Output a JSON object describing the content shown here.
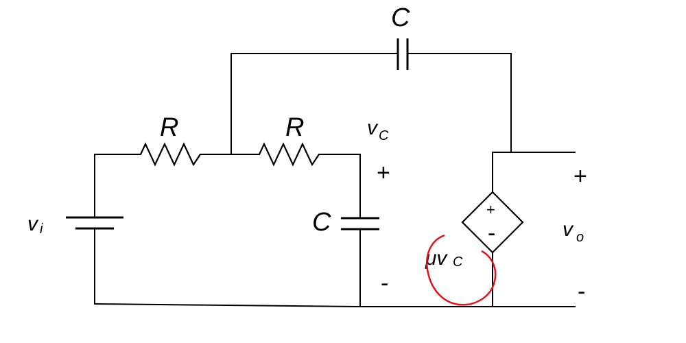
{
  "components": {
    "capacitor_top": {
      "label": "C"
    },
    "resistor_left": {
      "label": "R"
    },
    "resistor_right": {
      "label": "R"
    },
    "capacitor_mid": {
      "label": "C"
    },
    "source": {
      "label_main": "v",
      "label_sub": "i"
    },
    "node": {
      "label_main": "v",
      "label_sub": "C"
    },
    "dependent_source": {
      "plus": "+",
      "minus": "-",
      "gain_label": "μv",
      "gain_sub": "C"
    },
    "output": {
      "label_main": "v",
      "label_sub": "o"
    }
  },
  "terminals": {
    "vc_plus": "+",
    "vc_minus": "-",
    "vo_plus": "+",
    "vo_minus": "-"
  },
  "colors": {
    "wire": "#000000",
    "annotation": "#e0141c"
  }
}
